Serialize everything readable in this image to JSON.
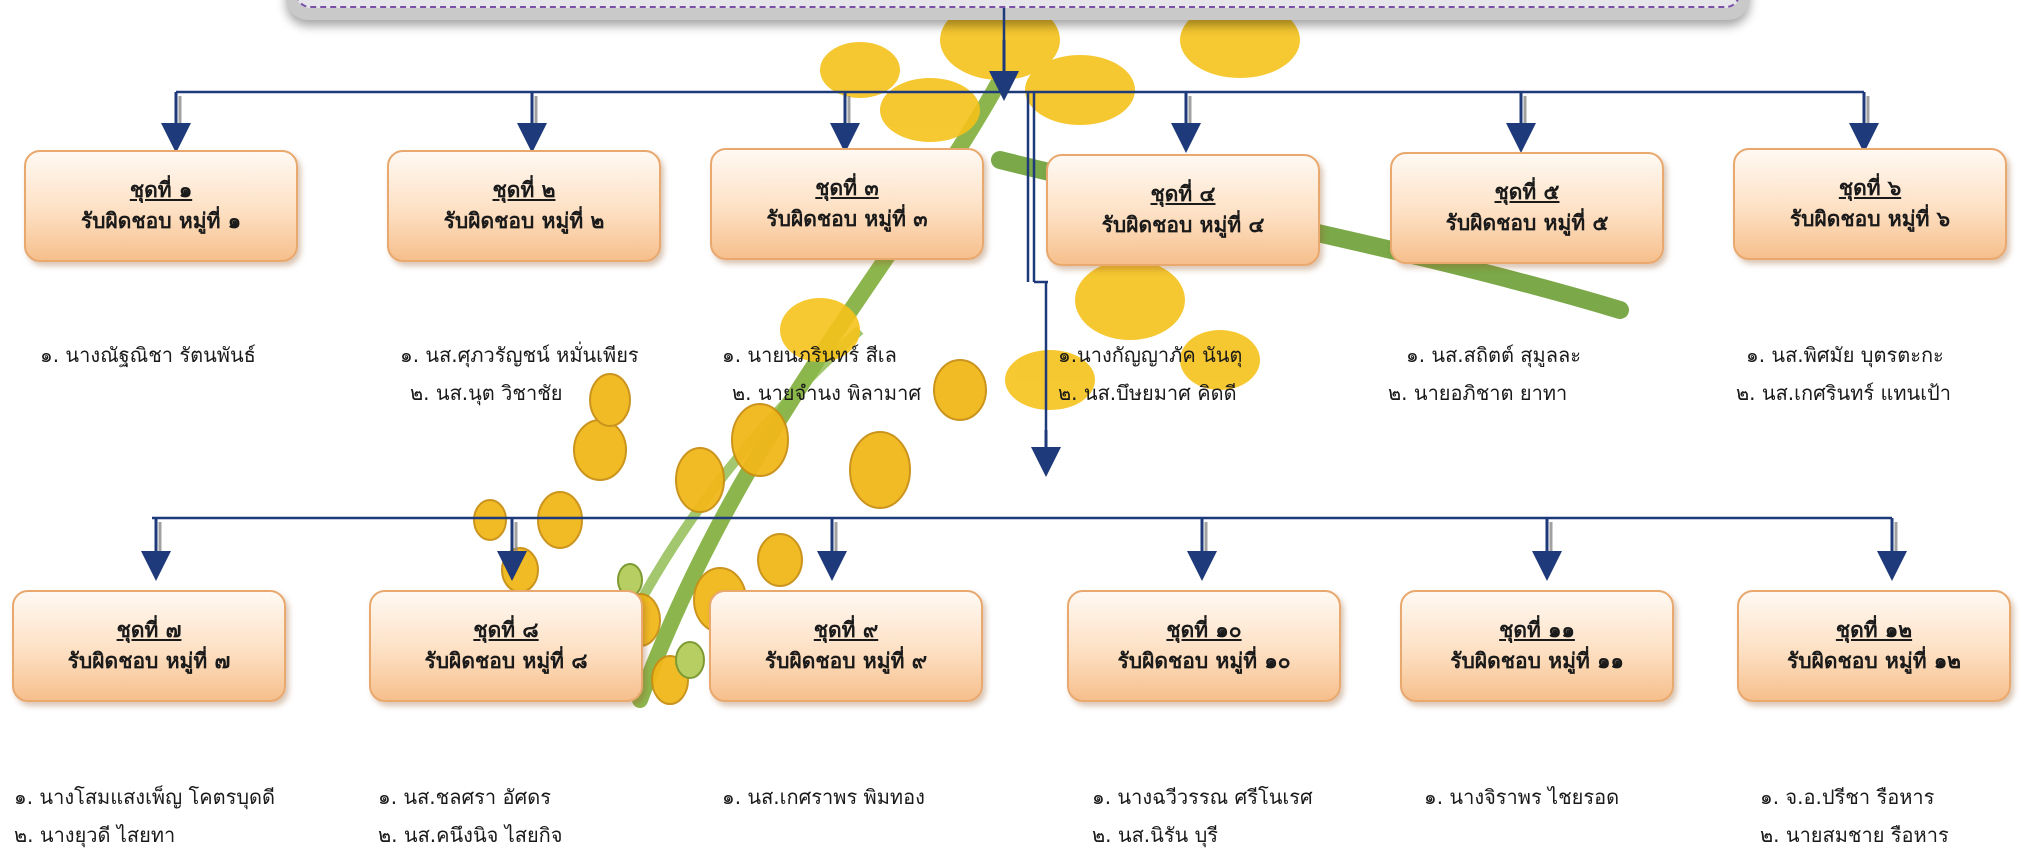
{
  "groups": [
    {
      "title": "ชุดที่ ๑",
      "duty": "รับผิดชอบ หมู่ที่ ๑",
      "members": [
        "๑. นางณัฐณิชา รัตนพันธ์"
      ]
    },
    {
      "title": "ชุดที่ ๒",
      "duty": "รับผิดชอบ หมู่ที่ ๒",
      "members": [
        "๑. นส.ศุภวรัญชน์ หมั่นเพียร",
        "๒. นส.นุต วิชาชัย"
      ]
    },
    {
      "title": "ชุดที่ ๓",
      "duty": "รับผิดชอบ หมู่ที่ ๓",
      "members": [
        "๑. นายนภรินทร์ สีเล",
        "๒. นายจำนง พิลามาศ"
      ]
    },
    {
      "title": "ชุดที่ ๔",
      "duty": "รับผิดชอบ หมู่ที่ ๔",
      "members": [
        "๑.นางกัญญาภัค นันตุ",
        "๒. นส.บึษยมาศ คิดดี"
      ]
    },
    {
      "title": "ชุดที่ ๕",
      "duty": "รับผิดชอบ หมู่ที่ ๕",
      "members": [
        "๑. นส.สถิตต์ สุมูลละ",
        "๒. นายอภิชาต ยาทา"
      ]
    },
    {
      "title": "ชุดที่ ๖",
      "duty": "รับผิดชอบ หมู่ที่ ๖",
      "members": [
        "๑. นส.พิศมัย บุตรตะกะ",
        "๒. นส.เกศรินทร์ แทนเป้า"
      ]
    },
    {
      "title": "ชุดที่ ๗",
      "duty": "รับผิดชอบ หมู่ที่ ๗",
      "members": [
        "๑. นางโสมแสงเพ็ญ โคตรบุดดี",
        "๒. นางยุวดี ไสยทา"
      ]
    },
    {
      "title": "ชุดที่ ๘",
      "duty": "รับผิดชอบ หมู่ที่ ๘",
      "members": [
        "๑. นส.ชลศรา อัศดร",
        "๒. นส.คนึงนิจ ไสยกิจ"
      ]
    },
    {
      "title": "ชุดที่ ๙",
      "duty": "รับผิดชอบ หมู่ที่ ๙",
      "members": [
        "๑. นส.เกศราพร พิมทอง"
      ]
    },
    {
      "title": "ชุดที่ ๑๐",
      "duty": "รับผิดชอบ หมู่ที่ ๑๐",
      "members": [
        "๑. นางฉวีวรรณ ศรีโนเรศ",
        "๒. นส.นิรัน บุรี"
      ]
    },
    {
      "title": "ชุดที่ ๑๑",
      "duty": "รับผิดชอบ หมู่ที่ ๑๑",
      "members": [
        "๑. นางจิราพร ไชยรอด"
      ]
    },
    {
      "title": "ชุดที่ ๑๒",
      "duty": "รับผิดชอบ หมู่ที่ ๑๒",
      "members": [
        "๑. จ.อ.ปรีชา รือหาร",
        "๒. นายสมชาย รือหาร"
      ]
    }
  ],
  "colors": {
    "connector": "#1f3a7a",
    "arrow_shadow": "#8a8a8a",
    "box_border": "#e8a86e",
    "flower": "#f5c21b",
    "stem": "#7fae3a"
  }
}
